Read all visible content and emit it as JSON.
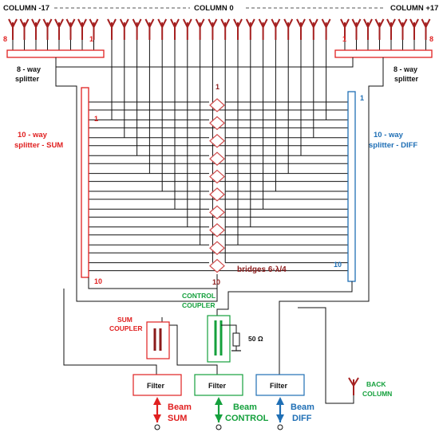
{
  "header": {
    "col_left": "COLUMN -17",
    "col_center": "COLUMN 0",
    "col_right": "COLUMN +17"
  },
  "splitters": {
    "left_8way_label": [
      "8 - way",
      "splitter"
    ],
    "right_8way_label": [
      "8 - way",
      "splitter"
    ],
    "left_8way_index_outer": "8",
    "left_8way_index_inner": "1",
    "right_8way_index_inner": "1",
    "right_8way_index_outer": "8",
    "sum_label": [
      "10 - way",
      "splitter - SUM"
    ],
    "diff_label": [
      "10 - way",
      "splitter - DIFF"
    ],
    "sum_index_top": "1",
    "sum_index_bottom": "10",
    "diff_index_top": "1",
    "diff_index_bottom": "10"
  },
  "bridges": {
    "label": "bridges 6·λ/4",
    "index_top": "1",
    "index_bottom": "10"
  },
  "couplers": {
    "sum_label": [
      "SUM",
      "COUPLER"
    ],
    "control_label": [
      "CONTROL",
      "COUPLER"
    ],
    "resistor_label": "50 Ω"
  },
  "filters": {
    "sum": "Filter",
    "control": "Filter",
    "diff": "Filter"
  },
  "beams": {
    "sum": [
      "Beam",
      "SUM"
    ],
    "control": [
      "Beam",
      "CONTROL"
    ],
    "diff": [
      "Beam",
      "DIFF"
    ]
  },
  "back_column": [
    "BACK",
    "COLUMN"
  ],
  "colors": {
    "red": "#e02020",
    "green": "#14a03c",
    "blue": "#1f6fb5",
    "dark_red": "#8b1a1a",
    "wire": "#111111"
  }
}
